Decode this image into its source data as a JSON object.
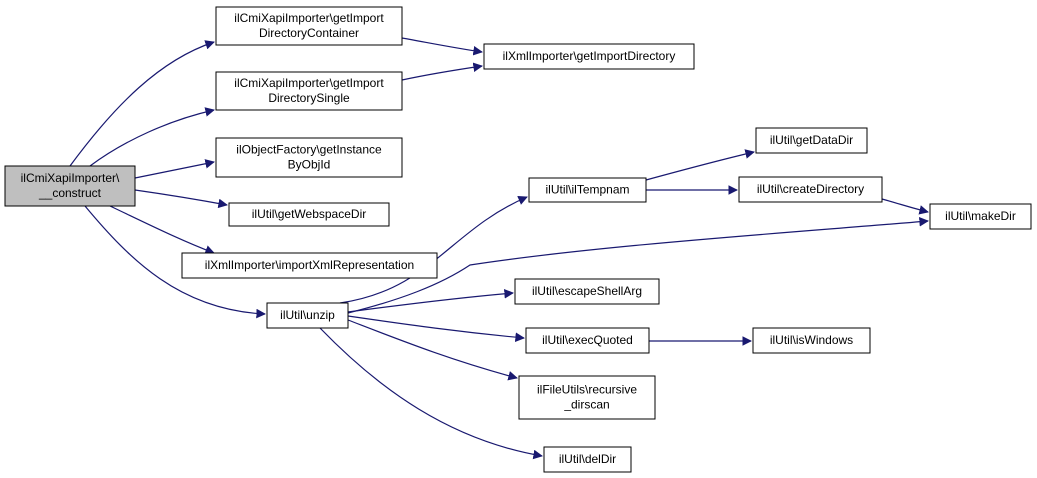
{
  "colors": {
    "edge": "#191970",
    "root_fill": "#bfbfbf",
    "node_fill": "#ffffff",
    "border": "#000000"
  },
  "nodes": [
    {
      "id": "construct",
      "lines": [
        "ilCmiXapiImporter\\",
        "__construct"
      ],
      "root": true
    },
    {
      "id": "getDirContainer",
      "lines": [
        "ilCmiXapiImporter\\getImport",
        "DirectoryContainer"
      ]
    },
    {
      "id": "getDirSingle",
      "lines": [
        "ilCmiXapiImporter\\getImport",
        "DirectorySingle"
      ]
    },
    {
      "id": "getInstanceByObjId",
      "lines": [
        "ilObjectFactory\\getInstance",
        "ByObjId"
      ]
    },
    {
      "id": "getWebspaceDir",
      "lines": [
        "ilUtil\\getWebspaceDir"
      ]
    },
    {
      "id": "importXmlRep",
      "lines": [
        "ilXmlImporter\\importXmlRepresentation"
      ]
    },
    {
      "id": "unzip",
      "lines": [
        "ilUtil\\unzip"
      ]
    },
    {
      "id": "getImportDirectory",
      "lines": [
        "ilXmlImporter\\getImportDirectory"
      ]
    },
    {
      "id": "ilTempnam",
      "lines": [
        "ilUtil\\ilTempnam"
      ]
    },
    {
      "id": "escapeShellArg",
      "lines": [
        "ilUtil\\escapeShellArg"
      ]
    },
    {
      "id": "execQuoted",
      "lines": [
        "ilUtil\\execQuoted"
      ]
    },
    {
      "id": "recursiveDirscan",
      "lines": [
        "ilFileUtils\\recursive",
        "_dirscan"
      ]
    },
    {
      "id": "delDir",
      "lines": [
        "ilUtil\\delDir"
      ]
    },
    {
      "id": "getDataDir",
      "lines": [
        "ilUtil\\getDataDir"
      ]
    },
    {
      "id": "createDirectory",
      "lines": [
        "ilUtil\\createDirectory"
      ]
    },
    {
      "id": "makeDir",
      "lines": [
        "ilUtil\\makeDir"
      ]
    },
    {
      "id": "isWindows",
      "lines": [
        "ilUtil\\isWindows"
      ]
    }
  ],
  "edges": [
    {
      "from": "construct",
      "to": "getDirContainer"
    },
    {
      "from": "construct",
      "to": "getDirSingle"
    },
    {
      "from": "construct",
      "to": "getInstanceByObjId"
    },
    {
      "from": "construct",
      "to": "getWebspaceDir"
    },
    {
      "from": "construct",
      "to": "importXmlRep"
    },
    {
      "from": "construct",
      "to": "unzip"
    },
    {
      "from": "getDirContainer",
      "to": "getImportDirectory"
    },
    {
      "from": "getDirSingle",
      "to": "getImportDirectory"
    },
    {
      "from": "unzip",
      "to": "ilTempnam"
    },
    {
      "from": "unzip",
      "to": "makeDir"
    },
    {
      "from": "unzip",
      "to": "escapeShellArg"
    },
    {
      "from": "unzip",
      "to": "execQuoted"
    },
    {
      "from": "unzip",
      "to": "recursiveDirscan"
    },
    {
      "from": "unzip",
      "to": "delDir"
    },
    {
      "from": "ilTempnam",
      "to": "getDataDir"
    },
    {
      "from": "ilTempnam",
      "to": "createDirectory"
    },
    {
      "from": "createDirectory",
      "to": "makeDir"
    },
    {
      "from": "execQuoted",
      "to": "isWindows"
    }
  ]
}
